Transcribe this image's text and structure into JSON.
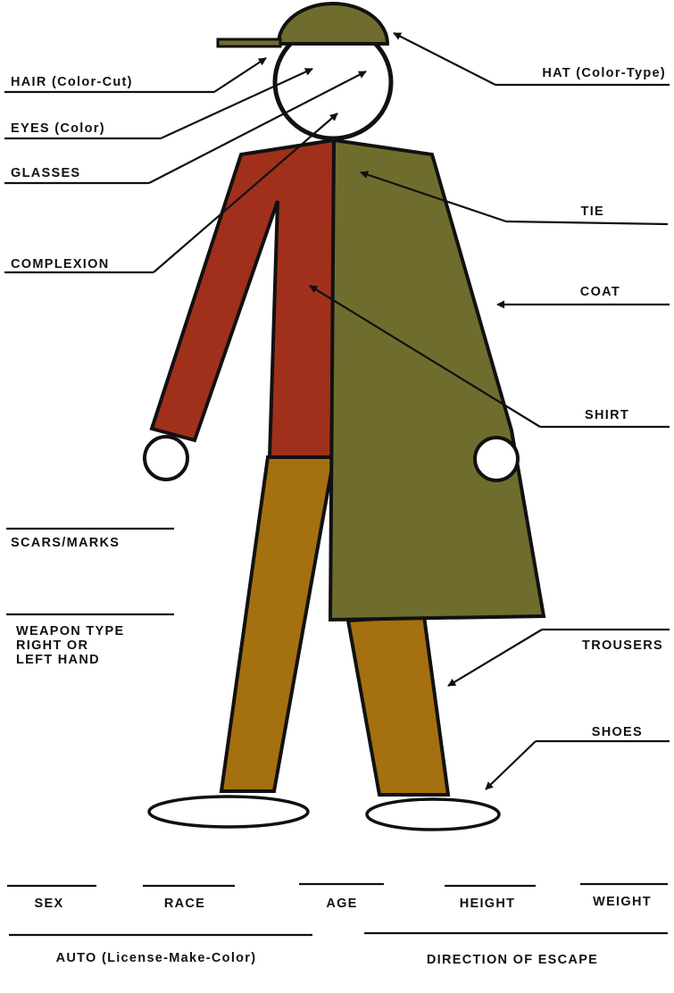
{
  "labels": {
    "hair": "HAIR (Color-Cut)",
    "eyes": "EYES (Color)",
    "glasses": "GLASSES",
    "complexion": "COMPLEXION",
    "scars": "SCARS/MARKS",
    "weapon_1": "WEAPON TYPE",
    "weapon_2": "RIGHT OR",
    "weapon_3": "LEFT HAND",
    "hat": "HAT (Color-Type)",
    "tie": "TIE",
    "coat": "COAT",
    "shirt": "SHIRT",
    "trousers": "TROUSERS",
    "shoes": "SHOES",
    "sex": "SEX",
    "race": "RACE",
    "age": "AGE",
    "height": "HEIGHT",
    "weight": "WEIGHT",
    "auto": "AUTO (License-Make-Color)",
    "direction": "DIRECTION OF ESCAPE"
  },
  "colors": {
    "hat": "#6f6d2e",
    "coat": "#6f6d2e",
    "shirt": "#a0301b",
    "trousers": "#a5700f",
    "outline": "#111111"
  }
}
